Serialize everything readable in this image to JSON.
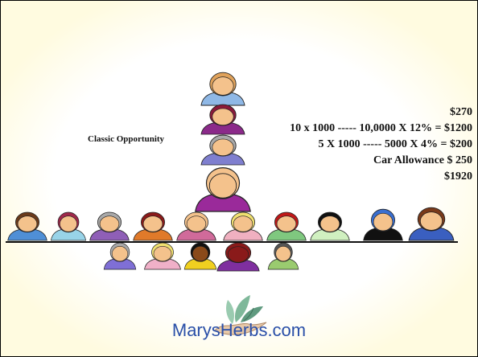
{
  "slide": {
    "side_label": "Classic Opportunity",
    "calculation_lines": [
      "$270",
      "10 x 1000 ----- 10,0000 X 12% = $1200",
      "5 X 1000 ----- 5000 X 4% =  $200",
      "Car Allowance $ 250",
      "$1920"
    ],
    "logo_text": "MarysHerbs.com"
  },
  "people": [
    {
      "role": "top",
      "skin": "#f4c28c",
      "hair": "#e0a25b",
      "shirt": "#8fb8e6"
    },
    {
      "role": "second",
      "skin": "#f4c28c",
      "hair": "#8b1a3a",
      "shirt": "#8b2a8a"
    },
    {
      "role": "third",
      "skin": "#f4c28c",
      "hair": "#a9a9a9",
      "shirt": "#7f7fcf"
    },
    {
      "role": "you",
      "skin": "#f4c28c",
      "hair": "#f4c28c",
      "shirt": "#9a2a9a"
    },
    {
      "role": "row1",
      "skin": "#f4c28c",
      "hair": "#6b3a1a",
      "shirt": "#4f8fd6"
    },
    {
      "role": "row1",
      "skin": "#f4c28c",
      "hair": "#a0284a",
      "shirt": "#98d3e8"
    },
    {
      "role": "row1",
      "skin": "#f4c28c",
      "hair": "#a9a9a9",
      "shirt": "#8f5fb7"
    },
    {
      "role": "row1",
      "skin": "#f4c28c",
      "hair": "#8b1a1a",
      "shirt": "#e07a2a"
    },
    {
      "role": "row1",
      "skin": "#f4c28c",
      "hair": "#f4c28c",
      "shirt": "#d06a9a"
    },
    {
      "role": "row1",
      "skin": "#f4c28c",
      "hair": "#f0e070",
      "shirt": "#f0b0c0"
    },
    {
      "role": "row1",
      "skin": "#f4c28c",
      "hair": "#c01818",
      "shirt": "#7fc87f"
    },
    {
      "role": "row1",
      "skin": "#f4c28c",
      "hair": "#111111",
      "shirt": "#d0f0c0"
    },
    {
      "role": "row1",
      "skin": "#f4c28c",
      "hair": "#3a6fd0",
      "shirt": "#111111"
    },
    {
      "role": "row1",
      "skin": "#f4c28c",
      "hair": "#7a3a1a",
      "shirt": "#3a5fc0"
    },
    {
      "role": "row2",
      "skin": "#f4c28c",
      "hair": "#a9a9a9",
      "shirt": "#7f6fd6"
    },
    {
      "role": "row2",
      "skin": "#f4c28c",
      "hair": "#f0e070",
      "shirt": "#f0b0c8"
    },
    {
      "role": "row2",
      "skin": "#8a4a1a",
      "hair": "#111111",
      "shirt": "#f0d020"
    },
    {
      "role": "row2",
      "skin": "#8a1a1a",
      "hair": "#8a1a1a",
      "shirt": "#7f2f9f"
    },
    {
      "role": "row2",
      "skin": "#f4c28c",
      "hair": "#555555",
      "shirt": "#9acb6f"
    }
  ],
  "colors": {
    "text": "#111111",
    "logo": "#2a4fa8",
    "border": "#000000",
    "background_glow": "#fffbe0"
  }
}
